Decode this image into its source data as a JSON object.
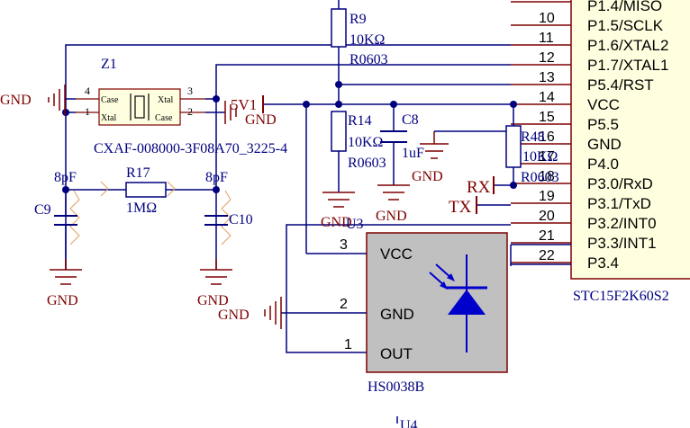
{
  "colors": {
    "wire": "#00007f",
    "component": "#7f0000",
    "text_dark": "#00007f",
    "red_label": "#7f0000",
    "chip_fill": "#ffffe0",
    "ir_fill": "#c0c0c0",
    "ir_diode": "#0000cc",
    "bg": "#ffffff"
  },
  "mcu": {
    "part": "STC15F2K60S2",
    "pin_numbers": [
      "10",
      "11",
      "12",
      "13",
      "14",
      "15",
      "16",
      "17",
      "18",
      "19",
      "20",
      "21",
      "22"
    ],
    "pin_names": [
      "P1.4/MISO",
      "P1.5/SCLK",
      "P1.6/XTAL2",
      "P1.7/XTAL1",
      "P5.4/RST",
      "VCC",
      "P5.5",
      "GND",
      "P4.0",
      "P3.0/RxD",
      "P3.1/TxD",
      "P3.2/INT0",
      "P3.3/INT1",
      "P3.4"
    ]
  },
  "crystal": {
    "ref": "Z1",
    "part": "CXAF-008000-3F08A70_3225-4",
    "pin_labels": [
      "Case",
      "Xtal",
      "Xtal",
      "Case"
    ],
    "pin_numbers": [
      "4",
      "1",
      "3",
      "2"
    ]
  },
  "resistors": {
    "r9": {
      "ref": "R9",
      "value": "10KΩ",
      "package": "R0603"
    },
    "r14": {
      "ref": "R14",
      "value": "10KΩ",
      "package": "R0603"
    },
    "r48": {
      "ref": "R48",
      "value": "10KΩ",
      "package": "R0603"
    },
    "r17": {
      "ref": "R17",
      "value": "1MΩ"
    }
  },
  "capacitors": {
    "c8": {
      "ref": "C8",
      "value": "1uF"
    },
    "c9": {
      "ref": "C9",
      "value": "8pF"
    },
    "c10": {
      "ref": "C10",
      "value": "8pF"
    }
  },
  "ir_receiver": {
    "ref": "U3",
    "part": "HS0038B",
    "pins": [
      {
        "number": "3",
        "name": "VCC"
      },
      {
        "number": "2",
        "name": "GND"
      },
      {
        "number": "1",
        "name": "OUT"
      }
    ]
  },
  "nets": {
    "gnd": "GND",
    "v5": "5V1",
    "rx": "RX",
    "tx": "TX"
  },
  "bottom_fragment": "U4"
}
